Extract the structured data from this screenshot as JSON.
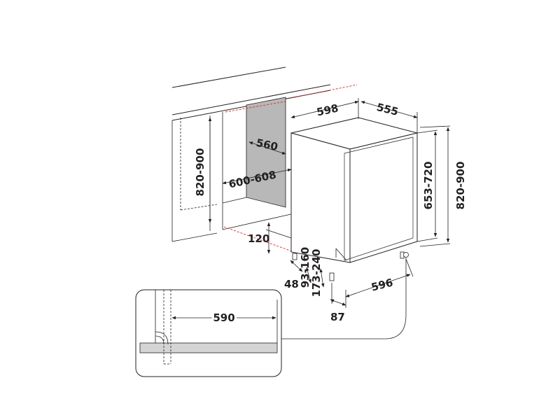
{
  "colors": {
    "line": "#231f20",
    "guide_red": "#e0262b",
    "niche_back_wall": "#b8b8b8",
    "floor_strip": "#d4d4d4"
  },
  "dimensions": {
    "appliance_width": "598",
    "appliance_depth": "555",
    "niche_depth": "560",
    "niche_width": "600-608",
    "niche_height": "820-900",
    "appliance_height": "653-720",
    "overall_height": "820-900",
    "service_height": "120",
    "foot_offset": "48",
    "plinth_range_a": "93-160",
    "plinth_range_b": "173-240",
    "base_depth": "596",
    "foot_setback": "87",
    "detail_width": "590"
  }
}
